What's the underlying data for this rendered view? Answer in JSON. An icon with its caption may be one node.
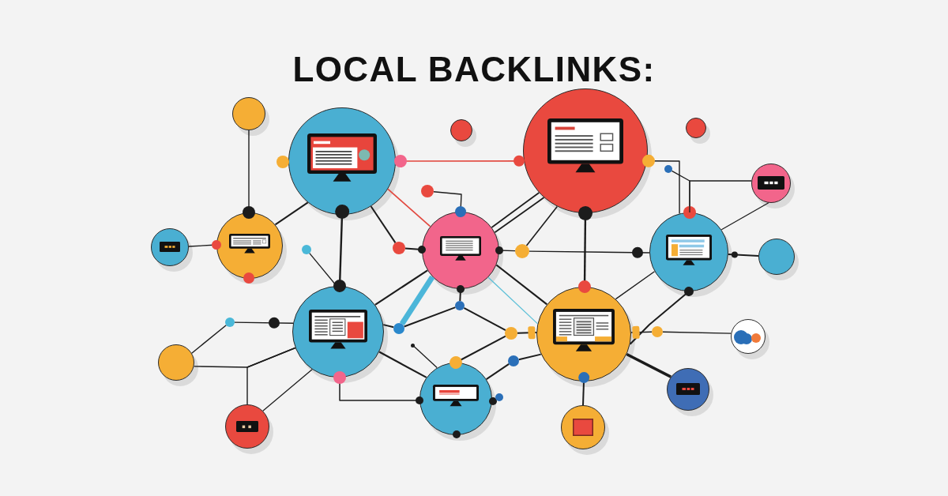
{
  "diagram": {
    "title": "LOCAL BACKLINKS:",
    "nodes": [
      {
        "text": [],
        "shape": "circle"
      },
      {
        "text": [],
        "shape": "circle"
      },
      {
        "text": [],
        "shape": "circle"
      },
      {
        "text": [],
        "shape": "circle"
      },
      {
        "text": [],
        "shape": "circle"
      },
      {
        "text": [],
        "shape": "circle"
      },
      {
        "text": [],
        "shape": "circle"
      },
      {
        "text": [],
        "shape": "circle"
      },
      {
        "text": [],
        "shape": "circle"
      },
      {
        "text": [],
        "shape": "circle"
      },
      {
        "text": [],
        "shape": "circle"
      },
      {
        "text": [],
        "shape": "circle"
      },
      {
        "text": [],
        "shape": "circle"
      },
      {
        "text": [],
        "shape": "circle"
      },
      {
        "text": [],
        "shape": "circle"
      },
      {
        "text": [],
        "shape": "circle"
      },
      {
        "text": [],
        "shape": "circle"
      },
      {
        "text": [],
        "shape": "circle"
      },
      {
        "text": [],
        "shape": "circle"
      },
      {
        "text": [],
        "shape": "circle"
      },
      {
        "text": [],
        "shape": "circle"
      },
      {
        "text": [],
        "shape": "circle"
      },
      {
        "text": [],
        "shape": "circle"
      },
      {
        "text": [],
        "shape": "circle"
      },
      {
        "text": [],
        "shape": "circle"
      },
      {
        "text": [],
        "shape": "circle"
      },
      {
        "text": [],
        "shape": "circle"
      },
      {
        "text": [],
        "shape": "circle"
      },
      {
        "text": [],
        "shape": "circle"
      },
      {
        "text": [],
        "shape": "circle"
      },
      {
        "text": [],
        "shape": "circle"
      }
    ],
    "edges": [
      {
        "from": 0,
        "to": 7,
        "arrow": "other"
      },
      {
        "from": 4,
        "to": 3,
        "arrow": "other",
        "color": "#e2483f"
      },
      {
        "from": 4,
        "to": 7,
        "arrow": "none"
      },
      {
        "from": 4,
        "to": 11,
        "arrow": "other"
      },
      {
        "from": 4,
        "to": 21,
        "arrow": "none"
      },
      {
        "from": 21,
        "to": 8,
        "arrow": "other"
      },
      {
        "from": 4,
        "to": 8,
        "arrow": "none",
        "color": "#e2483f"
      },
      {
        "from": 6,
        "to": 7,
        "arrow": "other"
      },
      {
        "from": 3,
        "to": 8,
        "arrow": "none"
      },
      {
        "from": 3,
        "to": 8,
        "arrow": "none"
      },
      {
        "from": 3,
        "to": 12,
        "arrow": "other"
      },
      {
        "from": 3,
        "to": 9,
        "arrow": "other"
      },
      {
        "from": 5,
        "to": 9,
        "arrow": "other"
      },
      {
        "from": 5,
        "to": 9,
        "arrow": "none"
      },
      {
        "from": 8,
        "to": 22,
        "arrow": "other"
      },
      {
        "from": 22,
        "to": 9,
        "arrow": "other"
      },
      {
        "from": 3,
        "to": 22,
        "arrow": "none"
      },
      {
        "from": 9,
        "to": 10,
        "arrow": "other"
      },
      {
        "from": 9,
        "to": 12,
        "arrow": "none"
      },
      {
        "from": 9,
        "to": 12,
        "arrow": "other"
      },
      {
        "from": 12,
        "to": 29,
        "arrow": "other"
      },
      {
        "from": 29,
        "to": 13,
        "arrow": "none"
      },
      {
        "from": 12,
        "to": 15,
        "arrow": "none",
        "style": "thick"
      },
      {
        "from": 12,
        "to": 18,
        "arrow": "other"
      },
      {
        "from": 8,
        "to": 25,
        "arrow": "none",
        "style": "thick",
        "color": "#4cb6d9"
      },
      {
        "from": 25,
        "to": 11,
        "arrow": "none"
      },
      {
        "from": 8,
        "to": 12,
        "arrow": "none",
        "color": "#5cc0d8"
      },
      {
        "from": 8,
        "to": 12,
        "arrow": "none"
      },
      {
        "from": 11,
        "to": 8,
        "arrow": "none"
      },
      {
        "from": 8,
        "to": 24,
        "arrow": "other"
      },
      {
        "from": 24,
        "to": 25,
        "arrow": "none"
      },
      {
        "from": 24,
        "to": 26,
        "arrow": "none"
      },
      {
        "from": 26,
        "to": 12,
        "arrow": "other"
      },
      {
        "from": 16,
        "to": 26,
        "arrow": "other"
      },
      {
        "from": 11,
        "to": 16,
        "arrow": "none"
      },
      {
        "from": 30,
        "to": 16,
        "arrow": "none"
      },
      {
        "from": 16,
        "to": 27,
        "arrow": "none"
      },
      {
        "from": 27,
        "to": 12,
        "arrow": "none"
      },
      {
        "from": 16,
        "to": 11,
        "arrow": "other"
      },
      {
        "from": 14,
        "to": 28,
        "arrow": "none"
      },
      {
        "from": 28,
        "to": 11,
        "arrow": "other"
      },
      {
        "from": 14,
        "to": 11,
        "arrow": "none"
      },
      {
        "from": 17,
        "to": 11,
        "arrow": "none"
      },
      {
        "from": 17,
        "to": 11,
        "arrow": "none"
      },
      {
        "from": 20,
        "to": 11,
        "arrow": "none"
      },
      {
        "from": 19,
        "to": 8,
        "arrow": "other"
      },
      {
        "from": 23,
        "to": 9,
        "arrow": "none"
      }
    ]
  }
}
